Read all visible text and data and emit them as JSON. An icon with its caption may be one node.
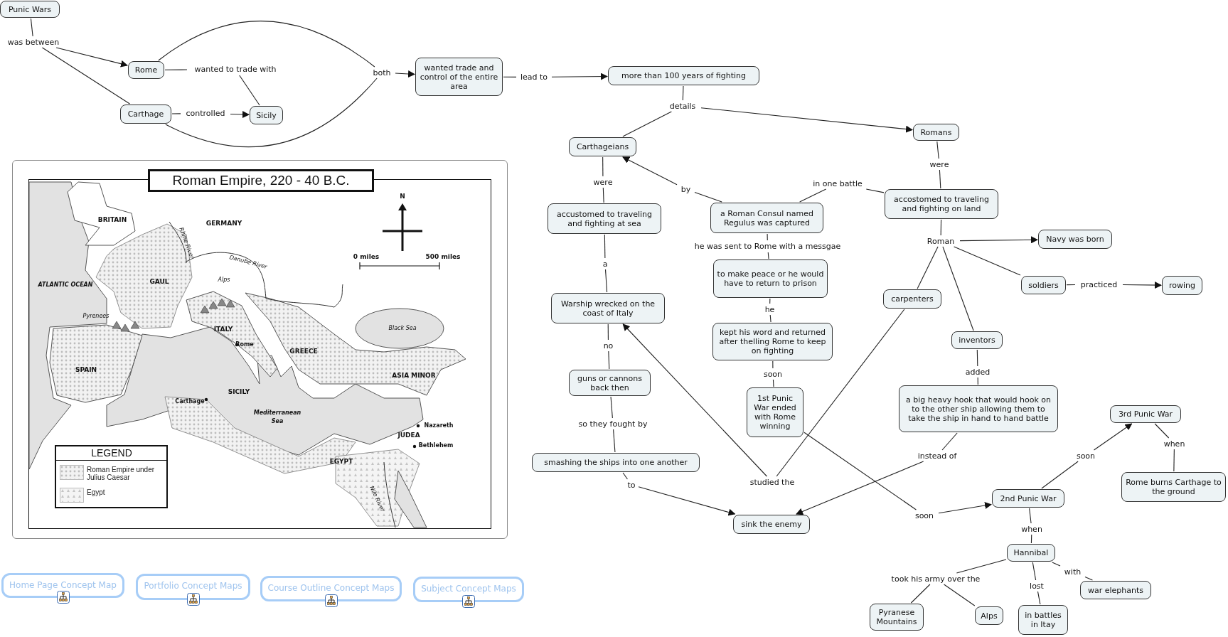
{
  "diagram": {
    "nodes": [
      {
        "text": [
          "Punic Wars"
        ]
      },
      {
        "text": [
          "was between"
        ]
      },
      {
        "text": [
          "Rome"
        ]
      },
      {
        "text": [
          "wanted to trade with"
        ]
      },
      {
        "text": [
          "Carthage"
        ]
      },
      {
        "text": [
          "controlled"
        ]
      },
      {
        "text": [
          "Sicily"
        ]
      },
      {
        "text": [
          "both"
        ]
      },
      {
        "text": [
          "wanted trade and control of the entire area"
        ]
      },
      {
        "text": [
          "lead to"
        ]
      },
      {
        "text": [
          "more than 100 years of fighting"
        ]
      },
      {
        "text": [
          "details"
        ]
      },
      {
        "text": [
          "Carthageians"
        ]
      },
      {
        "text": [
          "Romans"
        ]
      },
      {
        "text": [
          "were"
        ]
      },
      {
        "text": [
          "by"
        ]
      },
      {
        "text": [
          "in one battle"
        ]
      },
      {
        "text": [
          "were"
        ]
      },
      {
        "text": [
          "accustomed to traveling and fighting at sea"
        ]
      },
      {
        "text": [
          "a Roman Consul named Regulus was captured"
        ]
      },
      {
        "text": [
          "accostomed to traveling and fighting on land"
        ]
      },
      {
        "text": [
          "Roman"
        ]
      },
      {
        "text": [
          "Navy was born"
        ]
      },
      {
        "text": [
          "he was sent to Rome with a messgae"
        ]
      },
      {
        "text": [
          "a"
        ]
      },
      {
        "text": [
          "to make peace or he would have to return to prison"
        ]
      },
      {
        "text": [
          "Warship wrecked on the coast of Italy"
        ]
      },
      {
        "text": [
          "soldiers"
        ]
      },
      {
        "text": [
          "practiced"
        ]
      },
      {
        "text": [
          "rowing"
        ]
      },
      {
        "text": [
          "carpenters"
        ]
      },
      {
        "text": [
          "he"
        ]
      },
      {
        "text": [
          "kept his word and returned after thelling Rome to keep on fighting"
        ]
      },
      {
        "text": [
          "no"
        ]
      },
      {
        "text": [
          "inventors"
        ]
      },
      {
        "text": [
          "soon"
        ]
      },
      {
        "text": [
          "added"
        ]
      },
      {
        "text": [
          "guns or cannons back then"
        ]
      },
      {
        "text": [
          "1st Punic War ended with Rome winning"
        ]
      },
      {
        "text": [
          "a big heavy hook that would hook on to the other ship allowing them to take the ship in hand to hand battle"
        ]
      },
      {
        "text": [
          "3rd Punic War"
        ]
      },
      {
        "text": [
          "so they fought by"
        ]
      },
      {
        "text": [
          "when"
        ]
      },
      {
        "text": [
          "smashing the ships into one another"
        ]
      },
      {
        "text": [
          "instead of"
        ]
      },
      {
        "text": [
          "soon"
        ]
      },
      {
        "text": [
          "Rome burns Carthage to the ground"
        ]
      },
      {
        "text": [
          "studied the"
        ]
      },
      {
        "text": [
          "to"
        ]
      },
      {
        "text": [
          "2nd Punic War"
        ]
      },
      {
        "text": [
          "sink the enemy"
        ]
      },
      {
        "text": [
          "soon"
        ]
      },
      {
        "text": [
          "when"
        ]
      },
      {
        "text": [
          "Hannibal"
        ]
      },
      {
        "text": [
          "took his army over the"
        ]
      },
      {
        "text": [
          "with"
        ]
      },
      {
        "text": [
          "lost"
        ]
      },
      {
        "text": [
          "war elephants"
        ]
      },
      {
        "text": [
          "Pyranese Mountains"
        ]
      },
      {
        "text": [
          "Alps"
        ]
      },
      {
        "text": [
          "in battles in Itay"
        ]
      },
      {
        "text": [
          "Home Page Concept Map"
        ]
      },
      {
        "text": [
          "Portfolio Concept Maps"
        ]
      },
      {
        "text": [
          "Course Outline Concept Maps"
        ]
      },
      {
        "text": [
          "Subject Concept Maps"
        ]
      }
    ],
    "edges": [
      {
        "from": 0,
        "to": 1,
        "arrow": "none"
      },
      {
        "from": 1,
        "to": 2,
        "arrow": "to"
      },
      {
        "from": 1,
        "to": 4,
        "arrow": "none"
      },
      {
        "from": 2,
        "to": 3,
        "arrow": "none"
      },
      {
        "from": 3,
        "to": 6,
        "arrow": "none"
      },
      {
        "from": 4,
        "to": 5,
        "arrow": "none"
      },
      {
        "from": 5,
        "to": 6,
        "arrow": "to"
      },
      {
        "from": 2,
        "to": 7,
        "arrow": "none"
      },
      {
        "from": 4,
        "to": 7,
        "arrow": "none"
      },
      {
        "from": 7,
        "to": 8,
        "arrow": "to"
      },
      {
        "from": 8,
        "to": 9,
        "arrow": "none"
      },
      {
        "from": 9,
        "to": 10,
        "arrow": "to"
      },
      {
        "from": 10,
        "to": 11,
        "arrow": "none"
      },
      {
        "from": 11,
        "to": 12,
        "arrow": "none"
      },
      {
        "from": 11,
        "to": 13,
        "arrow": "to"
      },
      {
        "from": 12,
        "to": 14,
        "arrow": "none"
      },
      {
        "from": 14,
        "to": 18,
        "arrow": "none"
      },
      {
        "from": 19,
        "to": 15,
        "arrow": "none"
      },
      {
        "from": 15,
        "to": 12,
        "arrow": "to"
      },
      {
        "from": 19,
        "to": 16,
        "arrow": "none"
      },
      {
        "from": 16,
        "to": 20,
        "arrow": "none"
      },
      {
        "from": 13,
        "to": 17,
        "arrow": "none"
      },
      {
        "from": 17,
        "to": 20,
        "arrow": "none"
      },
      {
        "from": 18,
        "to": 24,
        "arrow": "none"
      },
      {
        "from": 24,
        "to": 26,
        "arrow": "none"
      },
      {
        "from": 19,
        "to": 23,
        "arrow": "none"
      },
      {
        "from": 23,
        "to": 25,
        "arrow": "none"
      },
      {
        "from": 20,
        "to": 21,
        "arrow": "none"
      },
      {
        "from": 21,
        "to": 22,
        "arrow": "to"
      },
      {
        "from": 21,
        "to": 27,
        "arrow": "none"
      },
      {
        "from": 21,
        "to": 30,
        "arrow": "none"
      },
      {
        "from": 21,
        "to": 34,
        "arrow": "none"
      },
      {
        "from": 27,
        "to": 28,
        "arrow": "none"
      },
      {
        "from": 28,
        "to": 29,
        "arrow": "to"
      },
      {
        "from": 25,
        "to": 31,
        "arrow": "none"
      },
      {
        "from": 31,
        "to": 32,
        "arrow": "none"
      },
      {
        "from": 26,
        "to": 33,
        "arrow": "none"
      },
      {
        "from": 33,
        "to": 37,
        "arrow": "none"
      },
      {
        "from": 32,
        "to": 35,
        "arrow": "none"
      },
      {
        "from": 35,
        "to": 38,
        "arrow": "none"
      },
      {
        "from": 34,
        "to": 36,
        "arrow": "none"
      },
      {
        "from": 36,
        "to": 39,
        "arrow": "none"
      },
      {
        "from": 37,
        "to": 41,
        "arrow": "none"
      },
      {
        "from": 41,
        "to": 43,
        "arrow": "none"
      },
      {
        "from": 43,
        "to": 48,
        "arrow": "none"
      },
      {
        "from": 48,
        "to": 50,
        "arrow": "to"
      },
      {
        "from": 39,
        "to": 44,
        "arrow": "none"
      },
      {
        "from": 44,
        "to": 50,
        "arrow": "to"
      },
      {
        "from": 30,
        "to": 47,
        "arrow": "none"
      },
      {
        "from": 47,
        "to": 26,
        "arrow": "to"
      },
      {
        "from": 38,
        "to": 51,
        "arrow": "none"
      },
      {
        "from": 51,
        "to": 49,
        "arrow": "to"
      },
      {
        "from": 49,
        "to": 45,
        "arrow": "none"
      },
      {
        "from": 45,
        "to": 40,
        "arrow": "to"
      },
      {
        "from": 40,
        "to": 42,
        "arrow": "none"
      },
      {
        "from": 42,
        "to": 46,
        "arrow": "none"
      },
      {
        "from": 49,
        "to": 52,
        "arrow": "none"
      },
      {
        "from": 52,
        "to": 53,
        "arrow": "none"
      },
      {
        "from": 53,
        "to": 54,
        "arrow": "none"
      },
      {
        "from": 54,
        "to": 58,
        "arrow": "none"
      },
      {
        "from": 54,
        "to": 59,
        "arrow": "none"
      },
      {
        "from": 53,
        "to": 56,
        "arrow": "none"
      },
      {
        "from": 56,
        "to": 60,
        "arrow": "none"
      },
      {
        "from": 53,
        "to": 55,
        "arrow": "none"
      },
      {
        "from": 55,
        "to": 57,
        "arrow": "none"
      }
    ],
    "labels": [
      "Roman Empire, 220 - 40 B.C.",
      "BRITAIN",
      "GERMANY",
      "Rhine River",
      "N",
      "Danube River",
      "0 miles",
      "500 miles",
      "ATLANTIC OCEAN",
      "GAUL",
      "Alps",
      "Pyrenees",
      "Black Sea",
      "ITALY",
      "Rome",
      "GREECE",
      "SPAIN",
      "ASIA MINOR",
      "SICILY",
      "Carthage",
      "Mediterranean Sea",
      "Nazareth",
      "JUDEA",
      "Bethlehem",
      "EGYPT",
      "LEGEND",
      "Nile River"
    ],
    "legend": [
      {
        "text": "Roman Empire under Julius Caesar"
      },
      {
        "text": "Egypt"
      }
    ]
  }
}
